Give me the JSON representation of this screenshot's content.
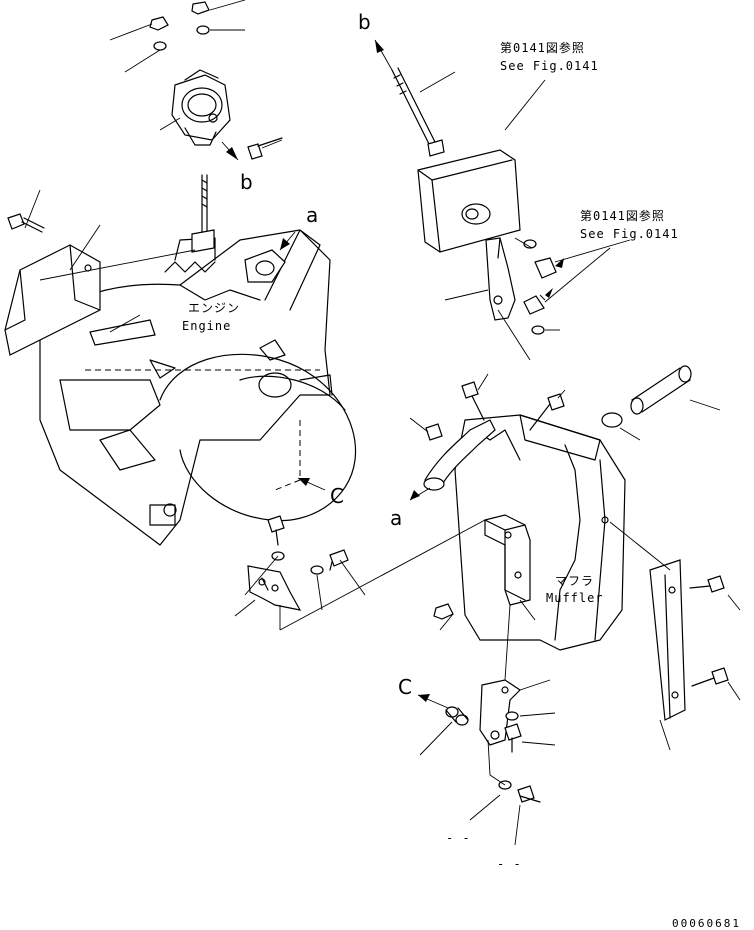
{
  "references": {
    "top_jp": "第0141図参照",
    "top_en": "See Fig.0141",
    "mid_jp": "第0141図参照",
    "mid_en": "See Fig.0141"
  },
  "labels": {
    "engine_jp": "エンジン",
    "engine_en": "Engine",
    "muffler_jp": "マフラ",
    "muffler_en": "Muffler"
  },
  "connection_letters": {
    "a_engine": "a",
    "a_muffler": "a",
    "b_top": "b",
    "b_clamp": "b",
    "c_engine": "C",
    "c_bracket": "C"
  },
  "dashes": {
    "lower_1": "- -",
    "lower_2": "- -"
  },
  "figure_code": "00060681"
}
